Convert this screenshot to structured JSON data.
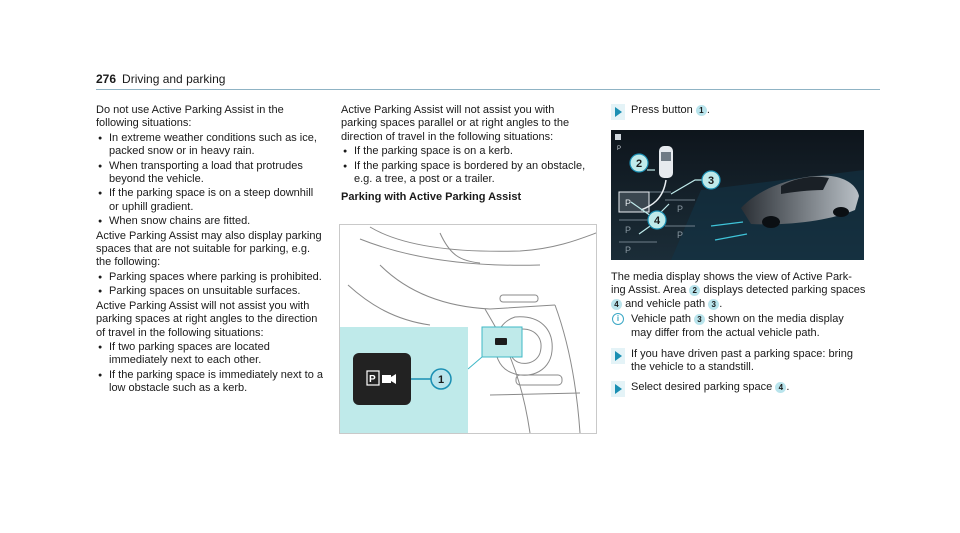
{
  "header": {
    "page_number": "276",
    "section_title": "Driving and parking"
  },
  "col1": {
    "p1": "Do not use Active Parking Assist in the following situations:",
    "list1": [
      "In extreme weather conditions such as ice, packed snow or in heavy rain.",
      "When transporting a load that protrudes beyond the vehicle.",
      "If the parking space is on a steep downhill or uphill gradient.",
      "When snow chains are fitted."
    ],
    "p2": "Active Parking Assist may also display parking spaces that are not suitable for parking, e.g. the following:",
    "list2": [
      "Parking spaces where parking is prohibited.",
      "Parking spaces on unsuitable surfaces."
    ],
    "p3": "Active Parking Assist will not assist you with parking spaces at right angles to the direction of travel in the following situations:",
    "list3": [
      "If two parking spaces are located immediately next to each other.",
      "If the parking space is immediately next to a low obstacle such as a kerb."
    ]
  },
  "col2": {
    "p1": "Active Parking Assist will not assist you with parking spaces parallel or at right angles to the direction of travel in the following situations:",
    "list1": [
      "If the parking space is on a kerb.",
      "If the parking space is bordered by an obstacle, e.g. a tree, a post or a trailer."
    ],
    "subheading": "Parking with Active Parking Assist",
    "figure_callout": "1",
    "button_label": "P"
  },
  "col3": {
    "step1_text": "Press button",
    "step1_num": "1",
    "step1_end": ".",
    "media_callouts": [
      "2",
      "3",
      "4"
    ],
    "media_labels": [
      "P",
      "P",
      "P",
      "P",
      "P"
    ],
    "media_label_small": "P",
    "desc": {
      "t1": "The media display shows the view of Active Park-ing Assist. Area",
      "n1": "2",
      "t2": "displays detected parking spaces",
      "n2": "4",
      "t3": "and vehicle path",
      "n3": "3",
      "t4": "."
    },
    "note": {
      "icon": "i",
      "t1": "Vehicle path",
      "n1": "3",
      "t2": "shown on the media display may differ from the actual vehicle path."
    },
    "step2": "If you have driven past a parking space: bring the vehicle to a standstill.",
    "step3_text": "Select desired parking space",
    "step3_num": "4",
    "step3_end": "."
  },
  "colors": {
    "accent": "#1a8fb3",
    "callout_fill": "#b9e4ec",
    "highlight": "#bfeaea",
    "rule": "#8fb3c4"
  }
}
